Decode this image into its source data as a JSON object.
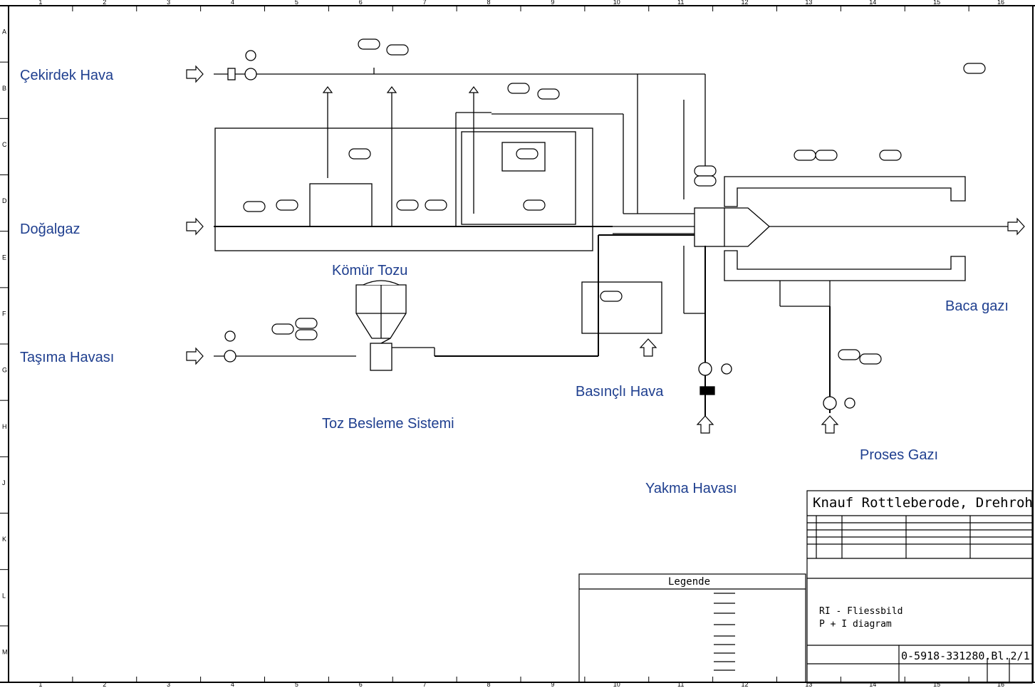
{
  "labels": {
    "cekirdek_hava": "Çekirdek Hava",
    "dogalgaz": "Doğalgaz",
    "komur_tozu": "Kömür Tozu",
    "tasima_havasi": "Taşıma Havası",
    "toz_besleme": "Toz Besleme Sistemi",
    "basincli_hava": "Basınçlı Hava",
    "yakma_havasi": "Yakma Havası",
    "proses_gazi": "Proses Gazı",
    "baca_gazi": "Baca gazı"
  },
  "title_block": {
    "project": "Knauf Rottleberode, Drehrohr",
    "drawing_type_1": "RI - Fliessbild",
    "drawing_type_2": "P + I diagram",
    "drawing_number": "0-5918-331280.Bl.2/1"
  },
  "legend": {
    "title": "Legende"
  },
  "border": {
    "columns": [
      "1",
      "2",
      "3",
      "4",
      "5",
      "6",
      "7",
      "8",
      "9",
      "10",
      "11",
      "12",
      "13",
      "14",
      "15",
      "16"
    ],
    "rows": [
      "A",
      "B",
      "C",
      "D",
      "E",
      "F",
      "G",
      "H",
      "J",
      "K",
      "L",
      "M"
    ]
  }
}
